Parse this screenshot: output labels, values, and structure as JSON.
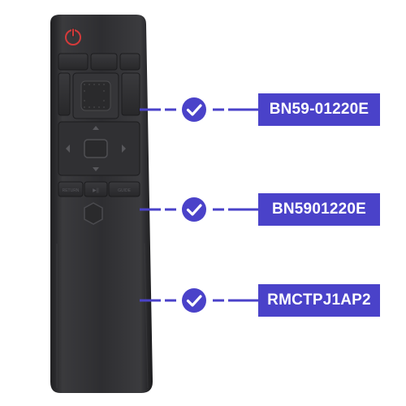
{
  "product": {
    "name": "remote-control",
    "body_color": "#2d2d2f",
    "power_color": "#d43a3a"
  },
  "remote_buttons": {
    "left_small": "RETURN",
    "middle_small": "▶||",
    "right_small": "GUIDE"
  },
  "compatible_models": [
    {
      "label": "BN59-01220E",
      "icon": "check-circle-icon"
    },
    {
      "label": "BN5901220E",
      "icon": "check-circle-icon"
    },
    {
      "label": "RMCTPJ1AP2",
      "icon": "check-circle-icon"
    }
  ],
  "accent_color": "#4a42c9"
}
